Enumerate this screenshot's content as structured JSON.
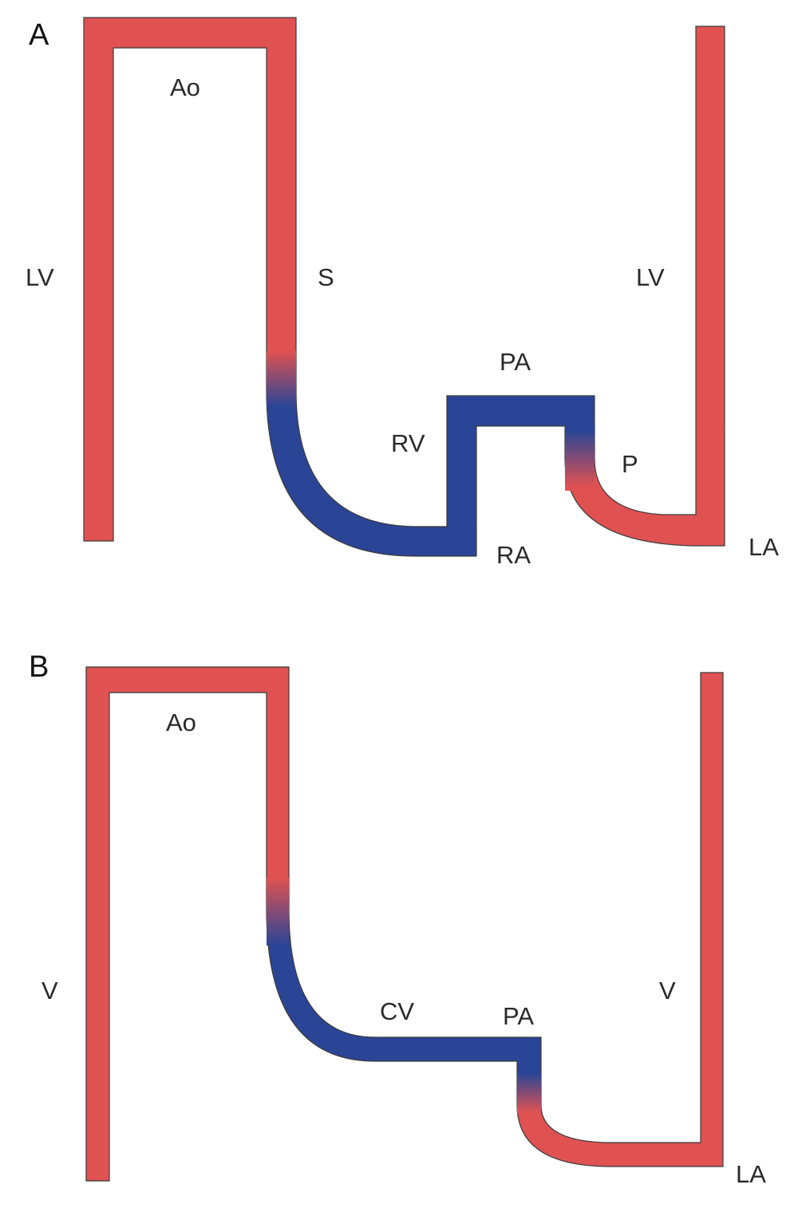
{
  "colors": {
    "oxygenated": "#e05252",
    "deoxygenated": "#2a4596",
    "outline": "#3a3a3a",
    "label_text": "#2a2a2a",
    "background": "#ffffff"
  },
  "panels": [
    {
      "id": "A",
      "label": "A",
      "labels": {
        "left_ventricle": "LV",
        "aorta": "Ao",
        "systemic": "S",
        "right_ventricle": "RV",
        "right_atrium": "RA",
        "pulmonary_artery": "PA",
        "pulmonary": "P",
        "left_ventricle_right": "LV",
        "left_atrium": "LA"
      }
    },
    {
      "id": "B",
      "label": "B",
      "labels": {
        "ventricle": "V",
        "aorta": "Ao",
        "cavopulmonary": "CV",
        "pulmonary_artery": "PA",
        "ventricle_right": "V",
        "left_atrium": "LA"
      }
    }
  ]
}
